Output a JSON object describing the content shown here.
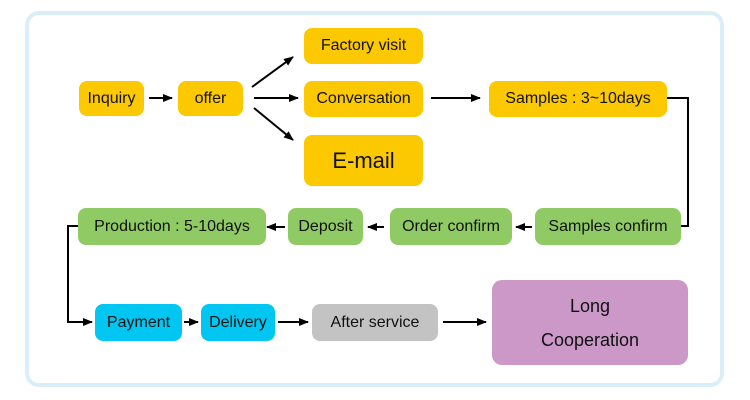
{
  "diagram": {
    "nodes": {
      "inquiry": "Inquiry",
      "offer": "offer",
      "factory_visit": "Factory visit",
      "conversation": "Conversation",
      "email": "E-mail",
      "samples": "Samples : 3~10days",
      "samples_confirm": "Samples confirm",
      "order_confirm": "Order confirm",
      "deposit": "Deposit",
      "production": "Production : 5-10days",
      "payment": "Payment",
      "delivery": "Delivery",
      "after_service": "After service",
      "long_cooperation_line1": "Long",
      "long_cooperation_line2": "Cooperation"
    },
    "colors": {
      "stage_1": "#fcc800",
      "stage_2": "#8fca64",
      "stage_3": "#00c6f1",
      "after_service": "#c3c3c3",
      "long_cooperation": "#cb98c8",
      "frame": "#daeef9"
    },
    "edges": [
      [
        "inquiry",
        "offer"
      ],
      [
        "offer",
        "factory_visit"
      ],
      [
        "offer",
        "conversation"
      ],
      [
        "offer",
        "email"
      ],
      [
        "conversation",
        "samples"
      ],
      [
        "samples",
        "samples_confirm"
      ],
      [
        "samples_confirm",
        "order_confirm"
      ],
      [
        "order_confirm",
        "deposit"
      ],
      [
        "deposit",
        "production"
      ],
      [
        "production",
        "payment"
      ],
      [
        "payment",
        "delivery"
      ],
      [
        "delivery",
        "after_service"
      ],
      [
        "after_service",
        "long_cooperation"
      ]
    ]
  }
}
